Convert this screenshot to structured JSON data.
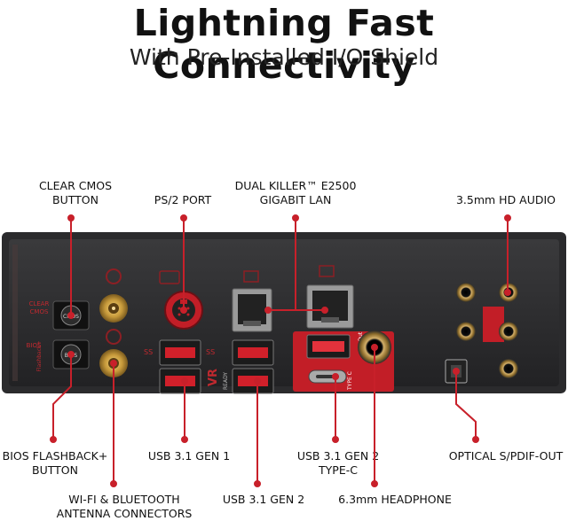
{
  "header": {
    "title": "Lightning Fast Connectivity",
    "subtitle": "With Pre-Installed I/O Shield"
  },
  "callouts": {
    "clear_cmos": [
      "CLEAR CMOS",
      "BUTTON"
    ],
    "ps2": "PS/2 PORT",
    "killer": [
      "DUAL KILLER™ E2500",
      "GIGABIT LAN"
    ],
    "audio": "3.5mm HD AUDIO",
    "bios_flashback": [
      "BIOS FLASHBACK+",
      "BUTTON"
    ],
    "usb31g1": "USB 3.1 GEN 1",
    "usb31g2_typec": [
      "USB 3.1 GEN 2",
      "TYPE-C"
    ],
    "optical": "OPTICAL S/PDIF-OUT",
    "antenna": [
      "WI-FI & BLUETOOTH",
      "ANTENNA CONNECTORS"
    ],
    "usb31g2": "USB 3.1 GEN 2",
    "headphone": "6.3mm HEADPHONE"
  },
  "panel_labels": {
    "clear": "CLEAR",
    "cmos": "CMOS",
    "bios": "BIOS",
    "flashback": "Flashback+",
    "vr": "VR",
    "ready": "READY",
    "type_c": "TYPE C",
    "hp_out": "HP-Out"
  },
  "colors": {
    "accent": "#d0202a",
    "panel": "#2a2a2c"
  }
}
